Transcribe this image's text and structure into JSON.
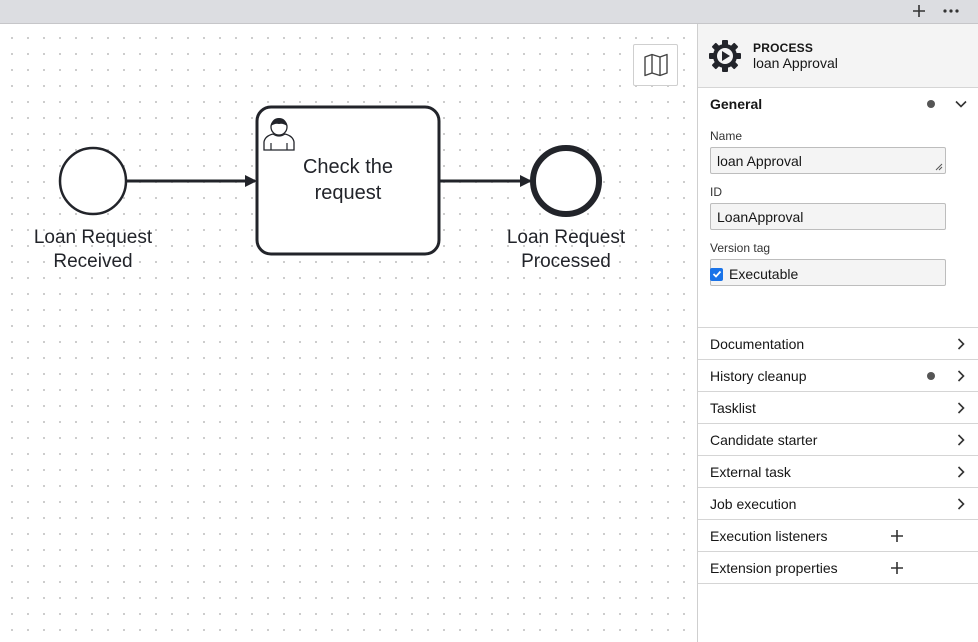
{
  "diagram": {
    "start_event_label": [
      "Loan Request",
      "Received"
    ],
    "task_label": [
      "Check the",
      "request"
    ],
    "end_event_label": [
      "Loan Request",
      "Processed"
    ]
  },
  "panel": {
    "type": "PROCESS",
    "name": "loan Approval",
    "general": {
      "title": "General",
      "name_label": "Name",
      "name_value": "loan Approval",
      "id_label": "ID",
      "id_value": "LoanApproval",
      "version_label": "Version tag",
      "version_value": "",
      "executable_label": "Executable"
    },
    "groups": [
      {
        "title": "Documentation",
        "dot": false,
        "action": "chevron"
      },
      {
        "title": "History cleanup",
        "dot": true,
        "action": "chevron"
      },
      {
        "title": "Tasklist",
        "dot": false,
        "action": "chevron"
      },
      {
        "title": "Candidate starter",
        "dot": false,
        "action": "chevron"
      },
      {
        "title": "External task",
        "dot": false,
        "action": "chevron"
      },
      {
        "title": "Job execution",
        "dot": false,
        "action": "chevron"
      },
      {
        "title": "Execution listeners",
        "dot": false,
        "action": "plus"
      },
      {
        "title": "Extension properties",
        "dot": false,
        "action": "plus"
      }
    ]
  },
  "icons": {
    "topbar_add": "plus-icon",
    "topbar_more": "more-horizontal-icon",
    "minimap": "map-icon",
    "process": "gear-play-icon",
    "user_task": "user-icon"
  }
}
